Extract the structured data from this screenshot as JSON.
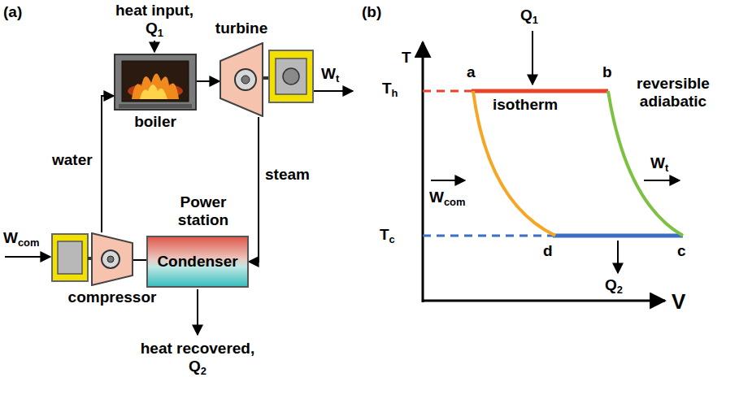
{
  "diagram": {
    "nodes": [
      {
        "text": [
          "boiler"
        ]
      },
      {
        "text": [
          "turbine"
        ]
      },
      {
        "text": [
          "Condenser"
        ]
      },
      {
        "text": [
          "compressor"
        ]
      }
    ],
    "edges": [
      {
        "from": 0,
        "to": 1,
        "arrow": "to"
      },
      {
        "from": 1,
        "to": 2,
        "label": "steam",
        "arrow": "to"
      },
      {
        "from": 2,
        "to": 3,
        "arrow": "none"
      },
      {
        "from": 3,
        "to": 0,
        "label": "water",
        "arrow": "to"
      }
    ],
    "labels": [
      "(a)",
      "heat input, Q1",
      "Wt",
      "Power station",
      "Wcom",
      "heat recovered, Q2",
      "(b)",
      "T",
      "Q1",
      "a",
      "b",
      "Th",
      "isotherm",
      "reversible adiabatic",
      "Wcom",
      "Wt",
      "Tc",
      "d",
      "c",
      "Q2",
      "V"
    ]
  }
}
